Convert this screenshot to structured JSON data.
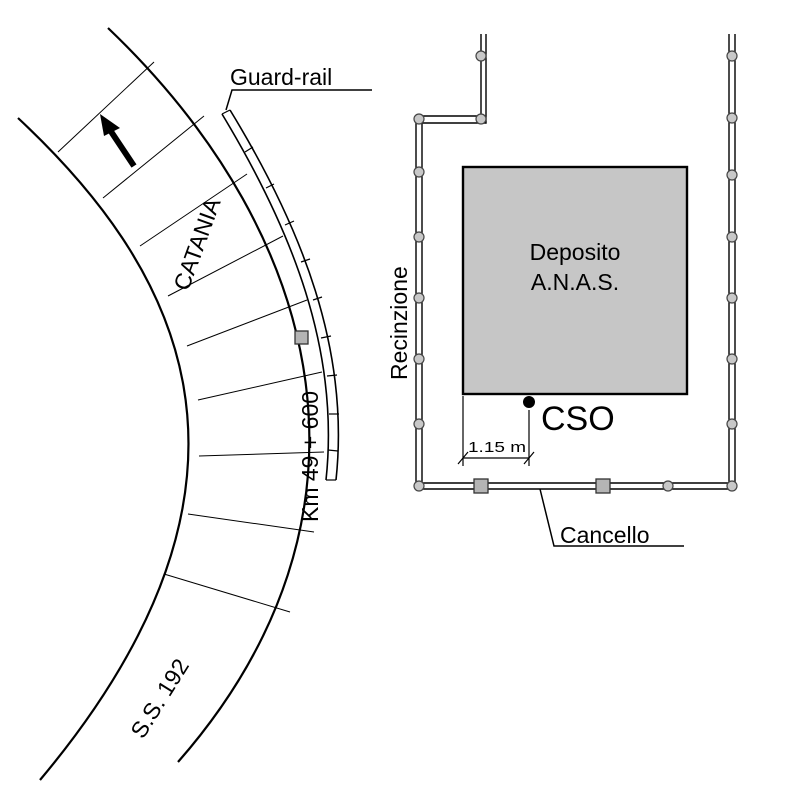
{
  "labels": {
    "guard_rail": "Guard-rail",
    "direction": "CATANIA",
    "road": "S.S. 192",
    "km_marker": "Km 49 + 600",
    "fence": "Recinzione",
    "gate": "Cancello",
    "depot_line1": "Deposito",
    "depot_line2": "A.N.A.S.",
    "station": "CSO",
    "distance": "1.15 m"
  },
  "colors": {
    "depot_fill": "#c6c6c6",
    "line": "#000000",
    "post_fill": "#c8c8c8"
  }
}
